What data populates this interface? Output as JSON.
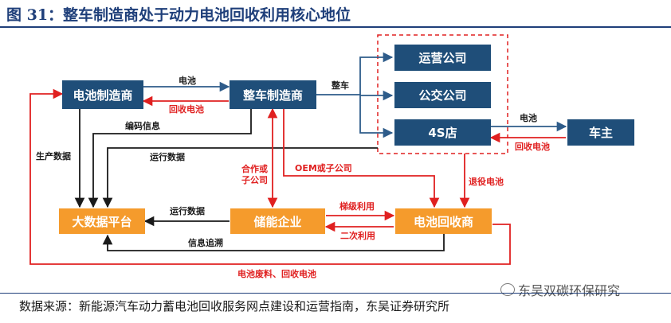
{
  "title": "图 31：整车制造商处于动力电池回收利用核心地位",
  "nodes": {
    "battery_maker": "电池制造商",
    "vehicle_maker": "整车制造商",
    "operator": "运营公司",
    "bus_company": "公交公司",
    "store_4s": "4S店",
    "car_owner": "车主",
    "big_data": "大数据平台",
    "energy_storage": "储能企业",
    "recycler": "电池回收商"
  },
  "edges": {
    "battery": "电池",
    "recycle_battery": "回收电池",
    "vehicle": "整车",
    "coding_info": "编码信息",
    "production_data": "生产数据",
    "operation_data_1": "运行数据",
    "operation_data_2": "运行数据",
    "cooperation_line1": "合作或",
    "cooperation_line2": "子公司",
    "oem_sub": "OEM或子公司",
    "retired_battery": "退役电池",
    "cascade_use": "梯级利用",
    "secondary_use": "二次利用",
    "info_trace": "信息追溯",
    "owner_battery": "电池",
    "owner_recycle": "回收电池",
    "waste_recycle": "电池废料、回收电池"
  },
  "source": "数据来源：新能源汽车动力蓄电池回收服务网点建设和运营指南，东吴证券研究所",
  "watermark": "东吴双碳环保研究",
  "colors": {
    "blue_node": "#1f4e79",
    "orange_node": "#f59b2c",
    "blue_line": "#2e5c8a",
    "red_line": "#e02020",
    "dark_line": "#1a1a1a",
    "title": "#1f3f7a"
  }
}
